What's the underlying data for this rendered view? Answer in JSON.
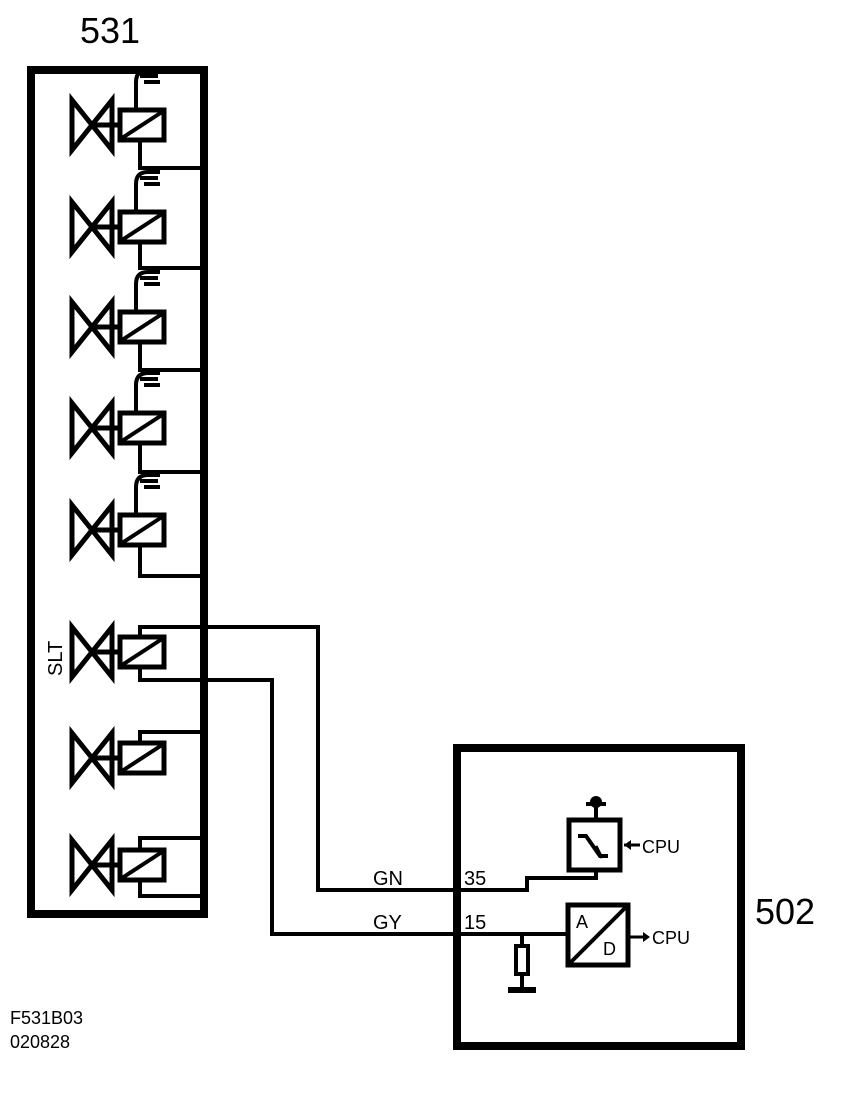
{
  "modules": {
    "valve_body": {
      "id": "531"
    },
    "control_unit": {
      "id": "502"
    }
  },
  "valves": {
    "slt_label": "SLT",
    "count": 8
  },
  "wires": {
    "green": {
      "color": "GN",
      "pin": "35"
    },
    "grey": {
      "color": "GY",
      "pin": "15"
    }
  },
  "control_unit": {
    "driver_output": "CPU",
    "adc_input_label": "A",
    "adc_output_label": "D",
    "adc_output": "CPU"
  },
  "footer": {
    "figure_code": "F531B03",
    "date_code": "020828"
  },
  "colors": {
    "line": "#000000",
    "background": "#ffffff"
  }
}
